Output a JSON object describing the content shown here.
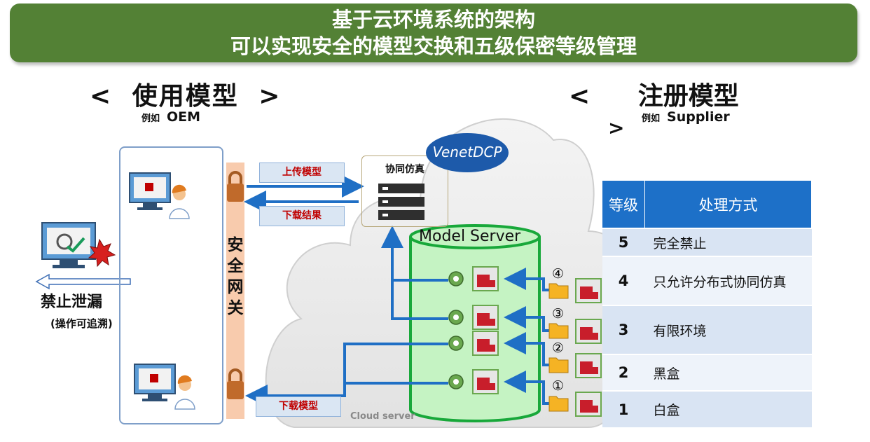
{
  "banner": {
    "line1": "基于云环境系统的架构",
    "line2": "可以实现安全的模型交换和五级保密等级管理"
  },
  "left_heading": {
    "open": "<",
    "title": "使用模型",
    "close": ">",
    "example_prefix": "例如",
    "example": "OEM"
  },
  "right_heading": {
    "open": "<",
    "title": "注册模型",
    "close": ">",
    "example_prefix": "例如",
    "example": "Supplier"
  },
  "left_block": {
    "title": "禁止泄漏",
    "subtitle": "(操作可追溯)"
  },
  "gateway": {
    "label": "安全网关"
  },
  "buttons": {
    "upload": "上传模型",
    "download_result": "下载结果",
    "download_model": "下载模型"
  },
  "simulation": {
    "title": "协同仿真"
  },
  "logo": {
    "text": "VenetDCP"
  },
  "model_server": {
    "title": "Model Server"
  },
  "cloud": {
    "label": "Cloud server"
  },
  "markers": [
    "④",
    "③",
    "②",
    "①"
  ],
  "levels_table": {
    "header_level": "等级",
    "header_method": "处理方式",
    "rows": [
      {
        "level": "5",
        "method": "完全禁止"
      },
      {
        "level": "4",
        "method": "只允许分布式协同仿真"
      },
      {
        "level": "3",
        "method": "有限环境"
      },
      {
        "level": "2",
        "method": "黑盒"
      },
      {
        "level": "1",
        "method": "白盒"
      }
    ]
  },
  "colors": {
    "banner": "#538135",
    "arrow": "#1f6fc5",
    "table_header": "#1d70c8",
    "table_row": "#d9e4f3",
    "server": "#c5f3c3"
  }
}
